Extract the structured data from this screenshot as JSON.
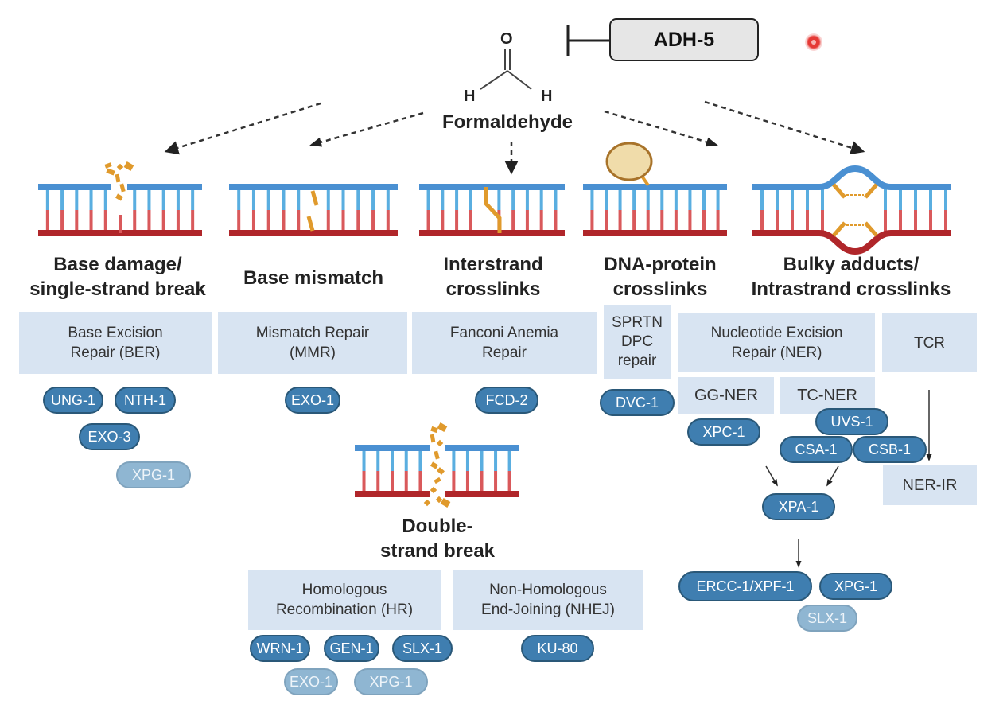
{
  "colors": {
    "strand_top": "#4a90d2",
    "rung_top": "#5aaee0",
    "rung_bottom": "#d9595b",
    "strand_bottom": "#b0262a",
    "lesion": "#e09a2c",
    "protein_fill": "#f0dcaa",
    "protein_stroke": "#a8732a",
    "pathway_box": "#d8e4f2",
    "pill_dark": "#3f7eb0",
    "pill_light": "#8fb6d2",
    "record_indicator": "#e53935"
  },
  "header": {
    "inhibitor": "ADH-5",
    "molecule": {
      "name": "Formaldehyde",
      "atom_o": "O",
      "atom_h_left": "H",
      "atom_h_right": "H"
    },
    "record_icon": "record-indicator-icon"
  },
  "damage_types": [
    {
      "id": "base-damage",
      "title": "Base damage/\nsingle-strand break"
    },
    {
      "id": "base-mismatch",
      "title": "Base mismatch"
    },
    {
      "id": "interstrand",
      "title": "Interstrand\ncrosslinks"
    },
    {
      "id": "dna-protein",
      "title": "DNA-protein\ncrosslinks"
    },
    {
      "id": "bulky",
      "title": "Bulky adducts/\nIntrastrand crosslinks"
    },
    {
      "id": "dsb",
      "title": "Double-\nstrand break"
    }
  ],
  "pathways": {
    "ber": {
      "label": "Base Excision\nRepair (BER)",
      "proteins": [
        {
          "name": "UNG-1",
          "tone": "dark"
        },
        {
          "name": "NTH-1",
          "tone": "dark"
        },
        {
          "name": "EXO-3",
          "tone": "dark"
        },
        {
          "name": "XPG-1",
          "tone": "light"
        }
      ]
    },
    "mmr": {
      "label": "Mismatch Repair\n(MMR)",
      "proteins": [
        {
          "name": "EXO-1",
          "tone": "dark"
        }
      ]
    },
    "fa": {
      "label": "Fanconi Anemia\nRepair",
      "proteins": [
        {
          "name": "FCD-2",
          "tone": "dark"
        }
      ]
    },
    "sprtn": {
      "label": "SPRTN\nDPC\nrepair",
      "proteins": [
        {
          "name": "DVC-1",
          "tone": "dark"
        }
      ]
    },
    "ner": {
      "label": "Nucleotide Excision\nRepair (NER)",
      "gg_ner": {
        "label": "GG-NER",
        "proteins": [
          {
            "name": "XPC-1",
            "tone": "dark"
          }
        ]
      },
      "tc_ner": {
        "label": "TC-NER",
        "proteins": [
          {
            "name": "UVS-1",
            "tone": "dark"
          },
          {
            "name": "CSA-1",
            "tone": "dark"
          },
          {
            "name": "CSB-1",
            "tone": "dark"
          }
        ]
      },
      "downstream": [
        {
          "name": "XPA-1",
          "tone": "dark"
        }
      ],
      "incision": [
        {
          "name": "ERCC-1/XPF-1",
          "tone": "dark"
        },
        {
          "name": "XPG-1",
          "tone": "dark"
        },
        {
          "name": "SLX-1",
          "tone": "light"
        }
      ]
    },
    "tcr": {
      "label": "TCR",
      "target": "NER-IR"
    },
    "hr": {
      "label": "Homologous\nRecombination (HR)",
      "proteins": [
        {
          "name": "WRN-1",
          "tone": "dark"
        },
        {
          "name": "GEN-1",
          "tone": "dark"
        },
        {
          "name": "SLX-1",
          "tone": "dark"
        },
        {
          "name": "EXO-1",
          "tone": "light"
        },
        {
          "name": "XPG-1",
          "tone": "light"
        }
      ]
    },
    "nhej": {
      "label": "Non-Homologous\nEnd-Joining (NHEJ)",
      "proteins": [
        {
          "name": "KU-80",
          "tone": "dark"
        }
      ]
    }
  }
}
